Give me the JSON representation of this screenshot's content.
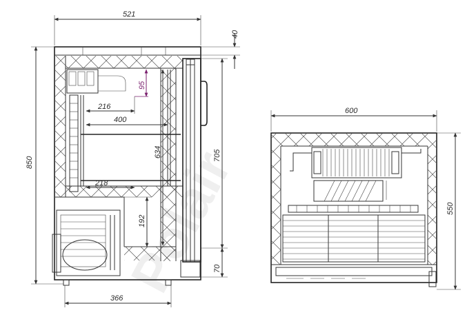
{
  "watermark": "Polair",
  "side_view": {
    "dims": {
      "top_width": "521",
      "top_offset": "40",
      "height": "850",
      "inner_height": "705",
      "shelf_height": "634",
      "top_gap": "95",
      "shelf_upper_depth": "216",
      "shelf_depth": "400",
      "shelf_lower_depth": "218",
      "compressor_height": "192",
      "base_height": "70",
      "base_depth": "366"
    }
  },
  "front_view": {
    "dims": {
      "width": "600",
      "height": "550"
    }
  },
  "colors": {
    "line": "#333333",
    "accent_dimension": "#7a1f6e"
  }
}
